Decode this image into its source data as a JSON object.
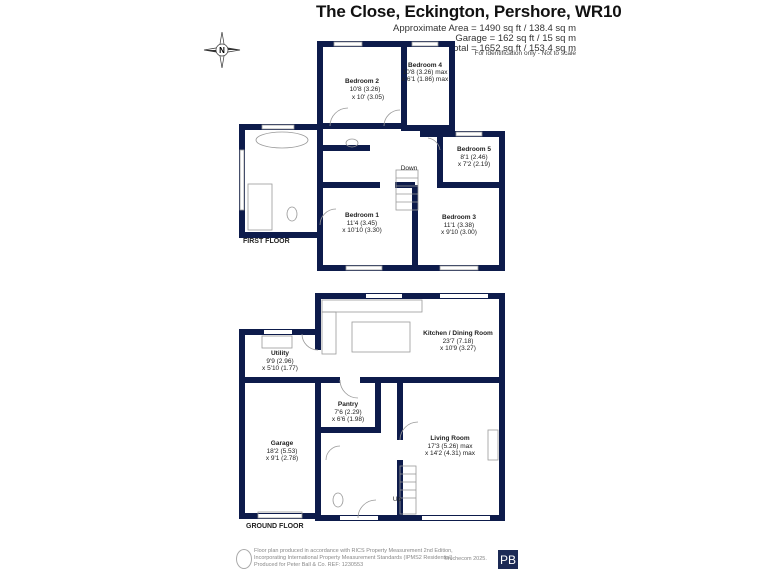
{
  "header": {
    "title": "The Close, Eckington, Pershore, WR10",
    "areas": [
      "Approximate Area = 1490 sq ft / 138.4 sq m",
      "Garage = 162 sq ft / 15 sq m",
      "Total = 1652 sq ft / 153.4 sq m"
    ],
    "note": "For identification only - Not to scale"
  },
  "compass": {
    "label": "N"
  },
  "first_floor": {
    "label": "FIRST FLOOR",
    "stairs_label": "Down",
    "rooms": [
      {
        "name": "Bedroom 2",
        "dim1": "10'8 (3.26)",
        "dim2": "x 10' (3.05)"
      },
      {
        "name": "Bedroom 4",
        "dim1": "10'8 (3.26) max",
        "dim2": "x 6'1 (1.86) max"
      },
      {
        "name": "Bedroom 5",
        "dim1": "8'1 (2.46)",
        "dim2": "x 7'2 (2.19)"
      },
      {
        "name": "Bedroom 1",
        "dim1": "11'4 (3.45)",
        "dim2": "x 10'10 (3.30)"
      },
      {
        "name": "Bedroom 3",
        "dim1": "11'1 (3.38)",
        "dim2": "x 9'10 (3.00)"
      }
    ]
  },
  "ground_floor": {
    "label": "GROUND FLOOR",
    "stairs_label": "Up",
    "rooms": [
      {
        "name": "Kitchen / Dining Room",
        "dim1": "23'7 (7.18)",
        "dim2": "x 10'9 (3.27)"
      },
      {
        "name": "Utility",
        "dim1": "9'9 (2.96)",
        "dim2": "x 5'10 (1.77)"
      },
      {
        "name": "Pantry",
        "dim1": "7'6 (2.29)",
        "dim2": "x 6'6 (1.98)"
      },
      {
        "name": "Garage",
        "dim1": "18'2 (5.53)",
        "dim2": "x 9'1 (2.78)"
      },
      {
        "name": "Living Room",
        "dim1": "17'3 (5.26) max",
        "dim2": "x 14'2 (4.31) max"
      }
    ]
  },
  "footer": {
    "lines": [
      "Floor plan produced in accordance with RICS Property Measurement 2nd Edition,",
      "Incorporating International Property Measurement Standards (IPMS2 Residential).",
      "Produced for Peter Ball & Co.   REF: 1230553"
    ],
    "copyright": "©nichecom 2025.",
    "logo": "PB"
  },
  "colors": {
    "wall": "#0d1b4b",
    "logo_bg": "#1c2a55"
  }
}
